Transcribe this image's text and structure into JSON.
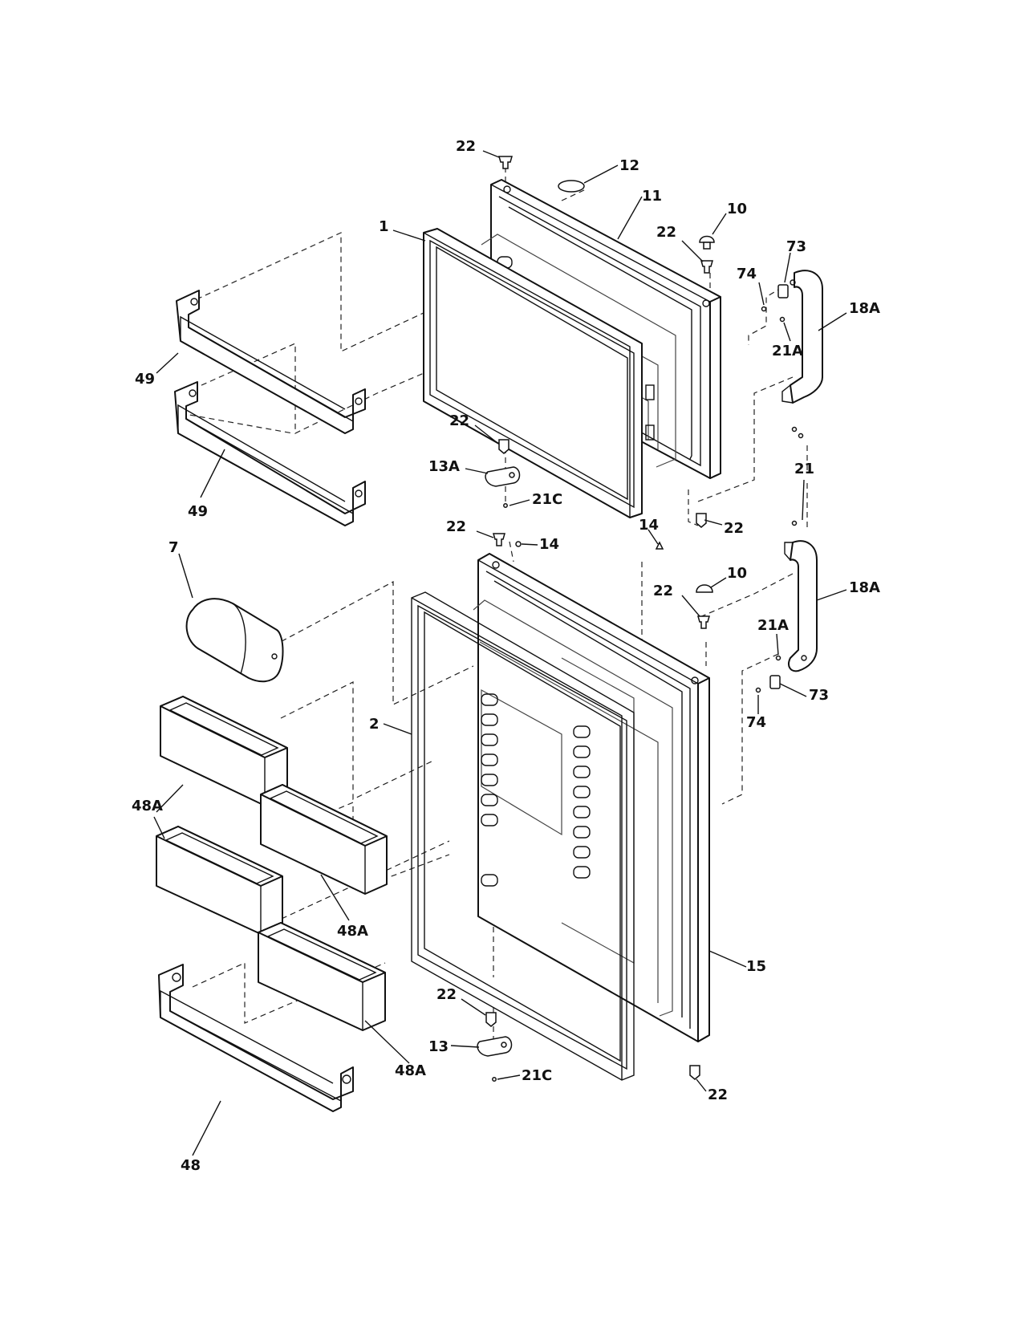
{
  "callouts": {
    "c_22_top": "22",
    "c_12": "12",
    "c_11": "11",
    "c_10_top": "10",
    "c_22_hinge_top": "22",
    "c_73_top": "73",
    "c_74_top": "74",
    "c_18A_top": "18A",
    "c_21A_top": "21A",
    "c_1": "1",
    "c_49_upper": "49",
    "c_49_lower": "49",
    "c_22_fz_bottom_left": "22",
    "c_13A": "13A",
    "c_21C_top": "21C",
    "c_22_fz_bottom_right": "22",
    "c_21": "21",
    "c_22_ff_top": "22",
    "c_14_left": "14",
    "c_14_right": "14",
    "c_10_mid": "10",
    "c_22_ff_hinge": "22",
    "c_18A_mid": "18A",
    "c_21A_mid": "21A",
    "c_7": "7",
    "c_73_mid": "73",
    "c_74_mid": "74",
    "c_2": "2",
    "c_48A_left": "48A",
    "c_48A_mid": "48A",
    "c_15": "15",
    "c_22_ff_bottom_left": "22",
    "c_48A_bottom": "48A",
    "c_13": "13",
    "c_21C_bottom": "21C",
    "c_22_ff_bottom_right": "22",
    "c_48": "48"
  }
}
